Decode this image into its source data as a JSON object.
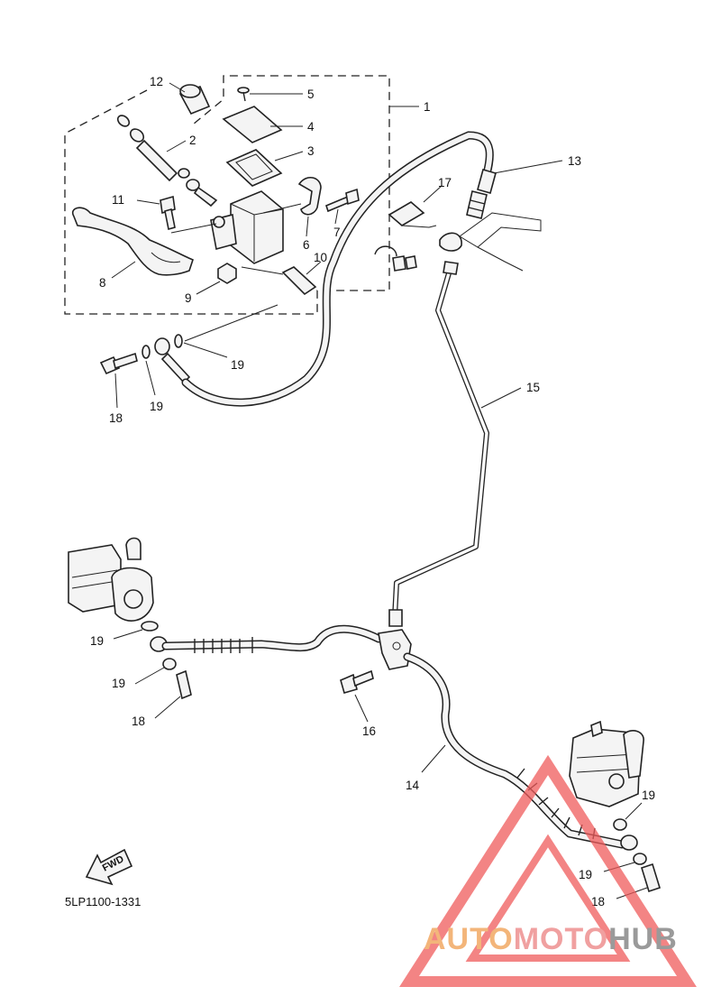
{
  "diagram_code": "5LP1100-1331",
  "direction_label": "FWD",
  "watermark": {
    "part1": "AUTO",
    "part2": "MOTO",
    "part3": "HUB",
    "color_auto": "#f3b57a",
    "color_moto": "#f0a0a0",
    "color_hub": "#9a9a9a",
    "triangle_color": "#ef5b5b"
  },
  "callouts": {
    "c1": "1",
    "c2": "2",
    "c3": "3",
    "c4": "4",
    "c5": "5",
    "c6": "6",
    "c7": "7",
    "c8": "8",
    "c9": "9",
    "c10": "10",
    "c11": "11",
    "c12": "12",
    "c13": "13",
    "c14": "14",
    "c15": "15",
    "c16": "16",
    "c17": "17",
    "c18a": "18",
    "c18b": "18",
    "c18c": "18",
    "c19a": "19",
    "c19b": "19",
    "c19c": "19",
    "c19d": "19",
    "c19e": "19",
    "c19f": "19"
  }
}
